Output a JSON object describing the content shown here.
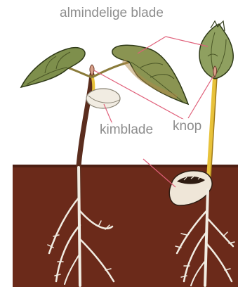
{
  "labels": {
    "leaves": "almindelige blade",
    "bud": "knop",
    "cotyledon": "kimblade"
  },
  "colors": {
    "soil": "#6b2a1a",
    "leaf": "#7e8f4c",
    "leaf_dark": "#5a6b33",
    "stem": "#e8c23a",
    "stem_dark": "#5b2d1e",
    "root": "#f1ece2",
    "pointer": "#e0607a",
    "label": "#8d8d8d"
  }
}
